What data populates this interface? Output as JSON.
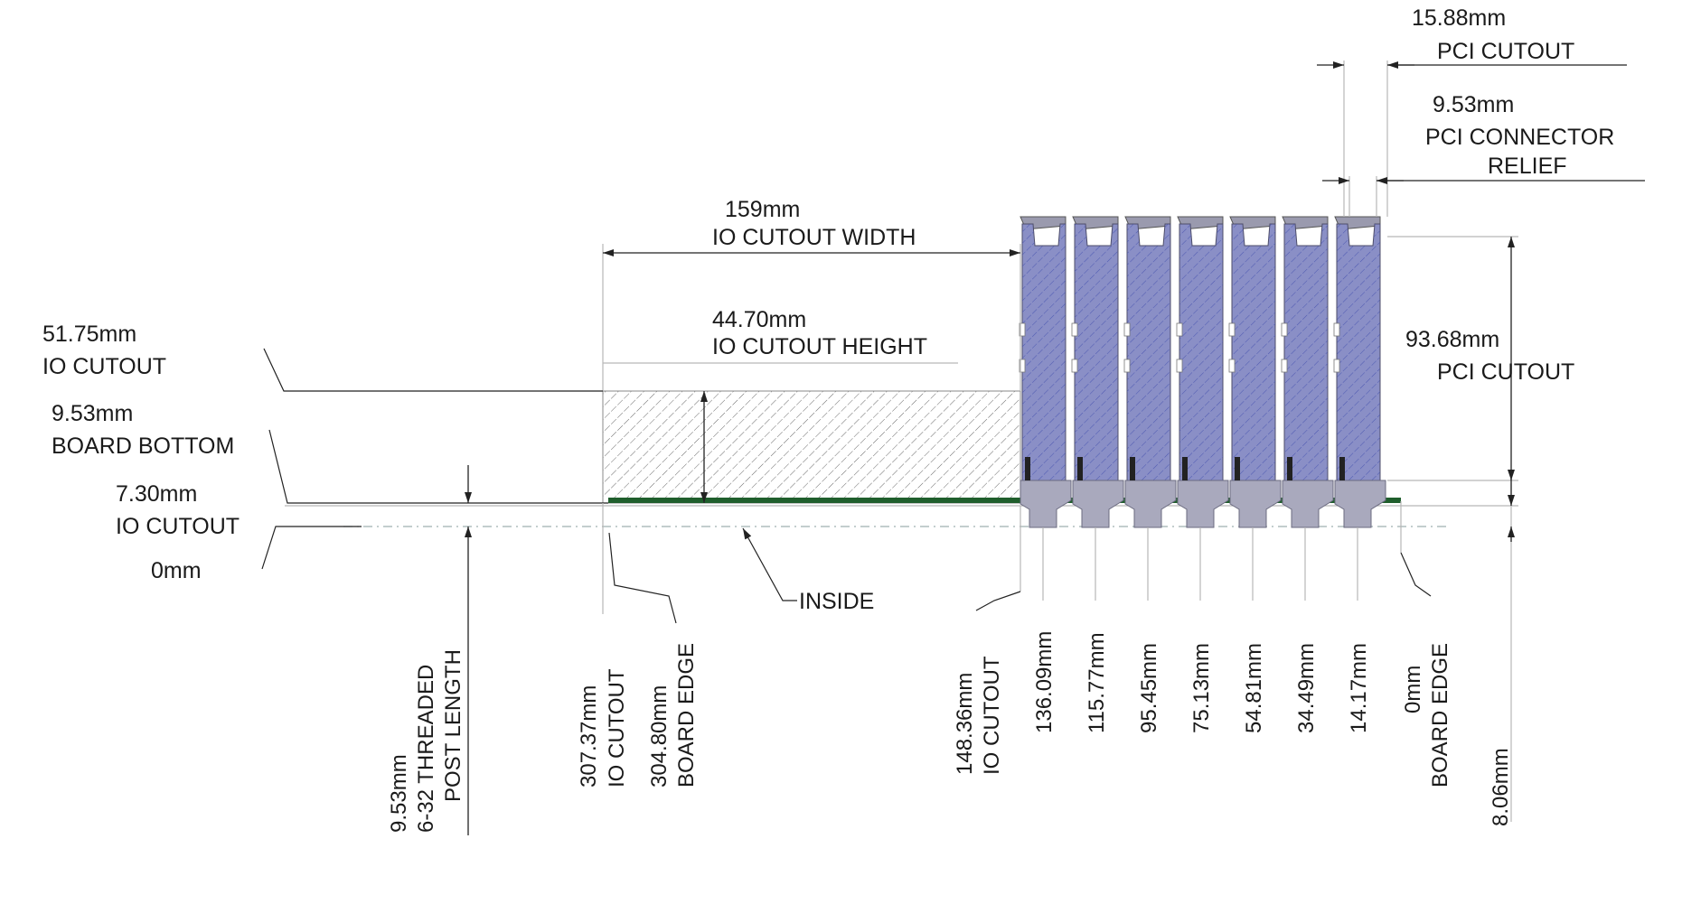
{
  "colors": {
    "bracket_fill": "#8a8fc6",
    "bracket_hatch": "#4a56b0",
    "bracket_tab": "#a9a9bd",
    "board": "#1f5e2c",
    "io_hatch": "#555555",
    "line": "#222222"
  },
  "labels": {
    "pci_cutout_width_value": "15.88mm",
    "pci_cutout_width_name": "PCI CUTOUT",
    "relief_value": "9.53mm",
    "relief_name_1": "PCI CONNECTOR",
    "relief_name_2": "RELIEF",
    "io_width_value": "159mm",
    "io_width_name": "IO CUTOUT WIDTH",
    "io_height_value": "44.70mm",
    "io_height_name": "IO CUTOUT HEIGHT",
    "io_top_value": "51.75mm",
    "io_top_name": "IO CUTOUT",
    "board_bottom_value": "9.53mm",
    "board_bottom_name": "BOARD BOTTOM",
    "io_bottom_value": "7.30mm",
    "io_bottom_name": "IO CUTOUT",
    "zero_value": "0mm",
    "inside": "INSIDE",
    "pci_height_value": "93.68mm",
    "pci_height_name": "PCI CUTOUT",
    "post_value": "9.53mm",
    "post_name_1": "6-32 THREADED",
    "post_name_2": "POST LENGTH",
    "io_left_value": "307.37mm",
    "io_left_name": "IO CUTOUT",
    "board_edge_left_value": "304.80mm",
    "board_edge_left_name": "BOARD EDGE",
    "io_right_value": "148.36mm",
    "io_right_name": "IO CUTOUT",
    "board_edge_right_value": "0mm",
    "board_edge_right_name": "BOARD EDGE",
    "offset_value": "8.06mm"
  },
  "slot_positions": [
    "136.09mm",
    "115.77mm",
    "95.45mm",
    "75.13mm",
    "54.81mm",
    "34.49mm",
    "14.17mm"
  ]
}
